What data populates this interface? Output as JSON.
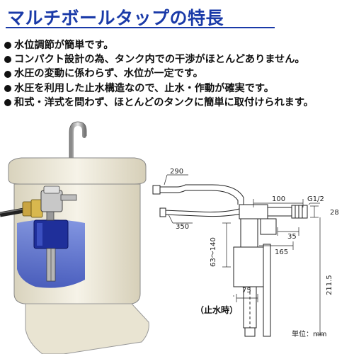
{
  "title": "マルチボールタップの特長",
  "features": [
    "水位調節が簡単です。",
    "コンパクト設計の為、タンク内での干渉がほとんどありません。",
    "水圧の変動に係わらず、水位が一定です。",
    "水圧を利用した止水構造なので、止水・作動が確実です。",
    "和式・洋式を問わず、ほとんどのタンクに簡単に取付けられます。"
  ],
  "dimensions": {
    "d290": "290",
    "d350": "350",
    "d100": "100",
    "thread": "G1/2",
    "d28": "28",
    "d35": "35",
    "d165": "165",
    "d63_140": "63～140",
    "d211_5": "211.5",
    "d75": "75"
  },
  "state_label": "（止水時）",
  "unit_label": "単位：mm",
  "colors": {
    "title": "#1a3aa8",
    "tank": "#f2eedf",
    "water": "#3a55c8",
    "valve_body": "#1f2f9a"
  }
}
